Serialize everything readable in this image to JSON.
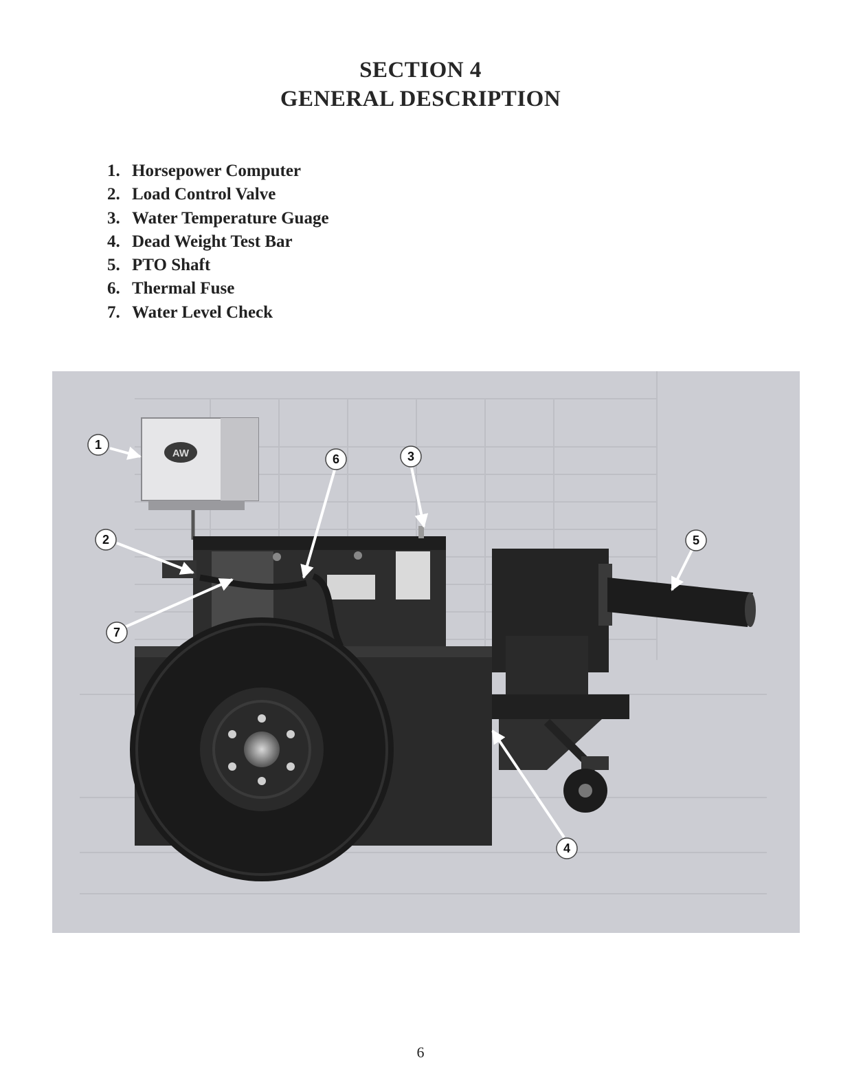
{
  "section": {
    "number_title": "SECTION 4",
    "title": "GENERAL DESCRIPTION"
  },
  "legend": [
    {
      "num": "1.",
      "label": "Horsepower Computer"
    },
    {
      "num": "2.",
      "label": "Load Control Valve"
    },
    {
      "num": "3.",
      "label": "Water Temperature Guage"
    },
    {
      "num": "4.",
      "label": "Dead Weight Test Bar"
    },
    {
      "num": "5.",
      "label": "PTO Shaft"
    },
    {
      "num": "6.",
      "label": "Thermal Fuse"
    },
    {
      "num": "7.",
      "label": "Water Level Check"
    }
  ],
  "photo": {
    "callouts": [
      "1",
      "2",
      "3",
      "4",
      "5",
      "6",
      "7"
    ],
    "logo_text": "AW"
  },
  "page_number": "6"
}
